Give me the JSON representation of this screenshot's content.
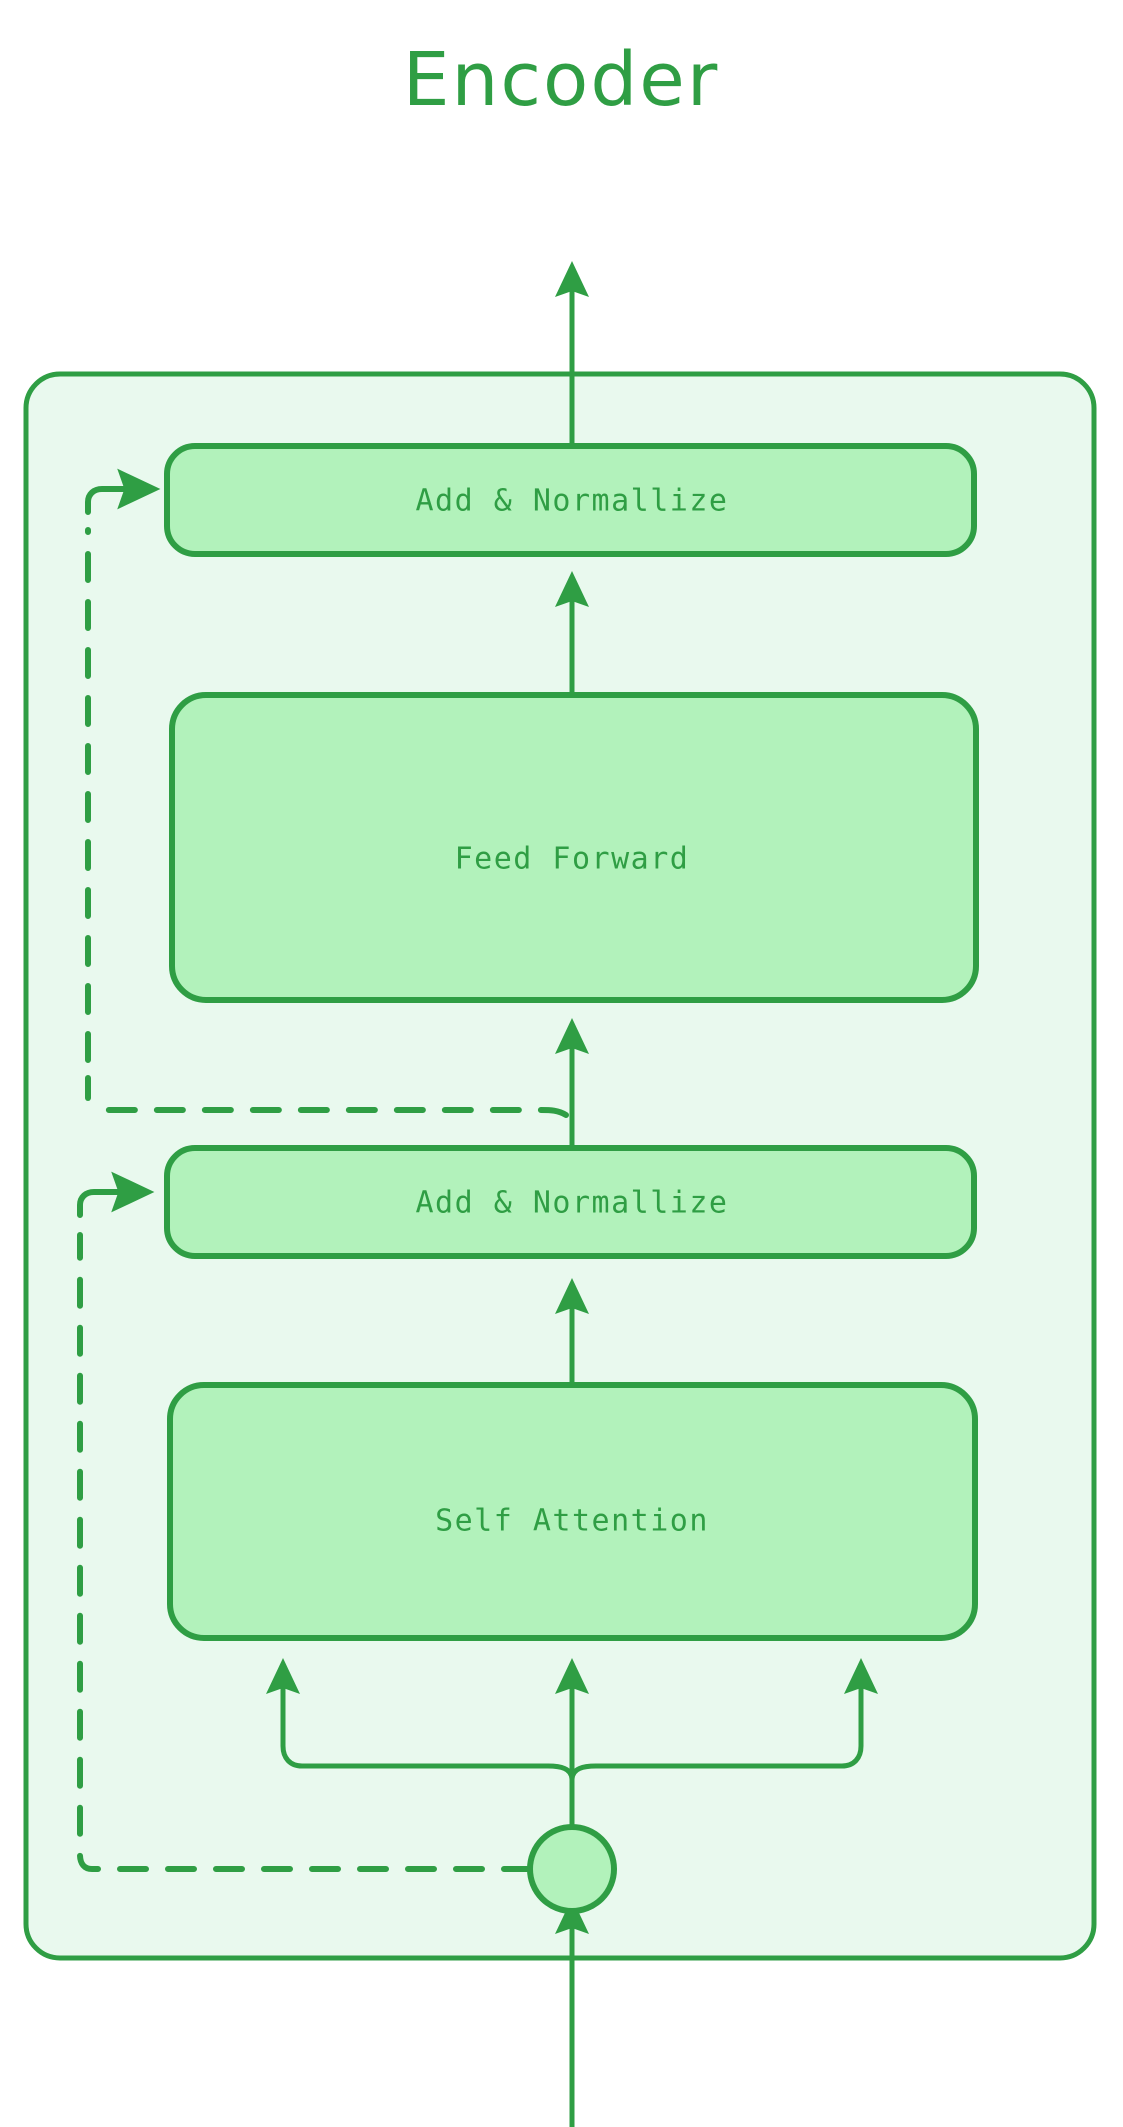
{
  "title": "Encoder",
  "colors": {
    "stroke": "#2f9e44",
    "title_text": "#2f9e44",
    "node_fill": "#b2f2bb",
    "node_stroke": "#2f9e44",
    "node_text": "#2f9e44",
    "container_fill": "#e9f9ee",
    "container_stroke": "#2f9e44",
    "page_background": "#ffffff"
  },
  "container": {
    "name": "encoder-block",
    "label": ""
  },
  "nodes": [
    {
      "id": "add-norm-top",
      "label": "Add & Normallize",
      "shape": "rounded-rect"
    },
    {
      "id": "feed-forward",
      "label": "Feed Forward",
      "shape": "rounded-rect"
    },
    {
      "id": "add-norm-bottom",
      "label": "Add & Normallize",
      "shape": "rounded-rect"
    },
    {
      "id": "self-attention",
      "label": "Self Attention",
      "shape": "rounded-rect"
    },
    {
      "id": "input-split",
      "label": "",
      "shape": "circle"
    }
  ],
  "edges": [
    {
      "id": "edge-input-to-split",
      "from": "input",
      "to": "input-split",
      "style": "solid",
      "arrow": true
    },
    {
      "id": "edge-split-to-attn-left",
      "from": "input-split",
      "to": "self-attention",
      "style": "solid",
      "arrow": true
    },
    {
      "id": "edge-split-to-attn-center",
      "from": "input-split",
      "to": "self-attention",
      "style": "solid",
      "arrow": true
    },
    {
      "id": "edge-split-to-attn-right",
      "from": "input-split",
      "to": "self-attention",
      "style": "solid",
      "arrow": true
    },
    {
      "id": "edge-attn-to-addnorm",
      "from": "self-attention",
      "to": "add-norm-bottom",
      "style": "solid",
      "arrow": true
    },
    {
      "id": "edge-residual-bottom",
      "from": "input-split",
      "to": "add-norm-bottom",
      "style": "dashed",
      "arrow": true
    },
    {
      "id": "edge-addnorm-to-ff",
      "from": "add-norm-bottom",
      "to": "feed-forward",
      "style": "solid",
      "arrow": true
    },
    {
      "id": "edge-ff-to-addnorm",
      "from": "feed-forward",
      "to": "add-norm-top",
      "style": "solid",
      "arrow": true
    },
    {
      "id": "edge-residual-top",
      "from": "add-norm-bottom",
      "to": "add-norm-top",
      "style": "dashed",
      "arrow": true
    },
    {
      "id": "edge-addnorm-to-output",
      "from": "add-norm-top",
      "to": "output",
      "style": "solid",
      "arrow": true
    }
  ]
}
